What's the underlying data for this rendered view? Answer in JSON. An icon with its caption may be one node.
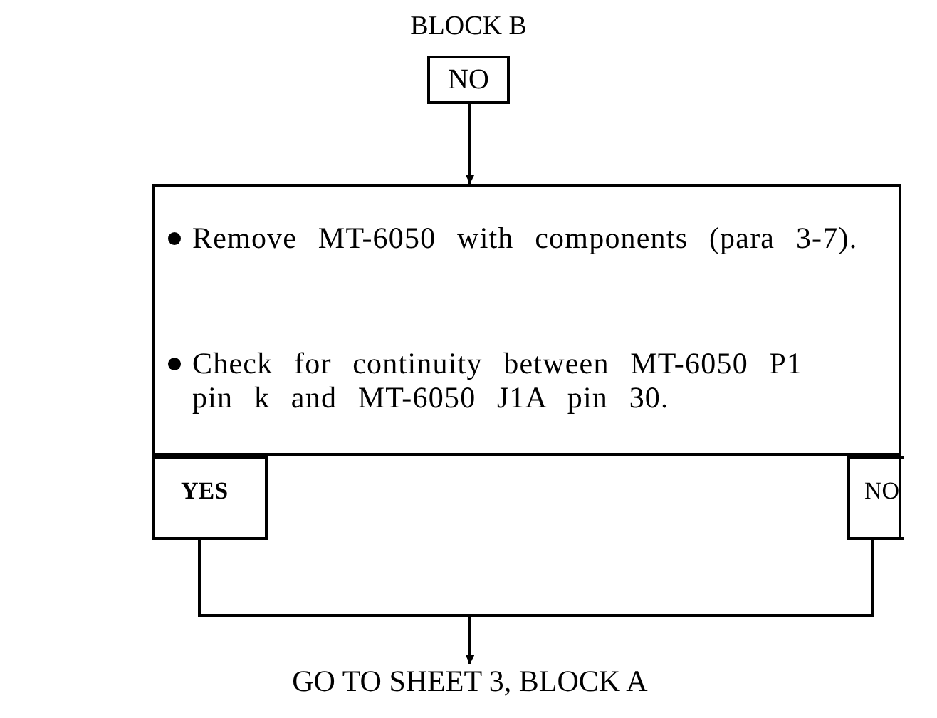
{
  "diagram": {
    "nodes": [
      {
        "text": [
          "BLOCK B",
          "NO"
        ]
      },
      {
        "text": [
          "Remove MT-6050 with components (para 3-7).",
          "Check for continuity between MT-6050 P1 pin k and MT-6050 J1A pin 30."
        ]
      },
      {
        "text": [
          "YES"
        ],
        "in": 1
      },
      {
        "text": [
          "NO"
        ],
        "in": 1
      },
      {
        "text": [
          "GO TO SHEET 3, BLOCK A"
        ]
      }
    ],
    "edges": [
      {
        "from": 0,
        "to": 1,
        "arrow": "to"
      },
      {
        "from": 2,
        "to": 4,
        "arrow": "to"
      },
      {
        "from": 3,
        "to": 4,
        "arrow": "to"
      }
    ]
  }
}
